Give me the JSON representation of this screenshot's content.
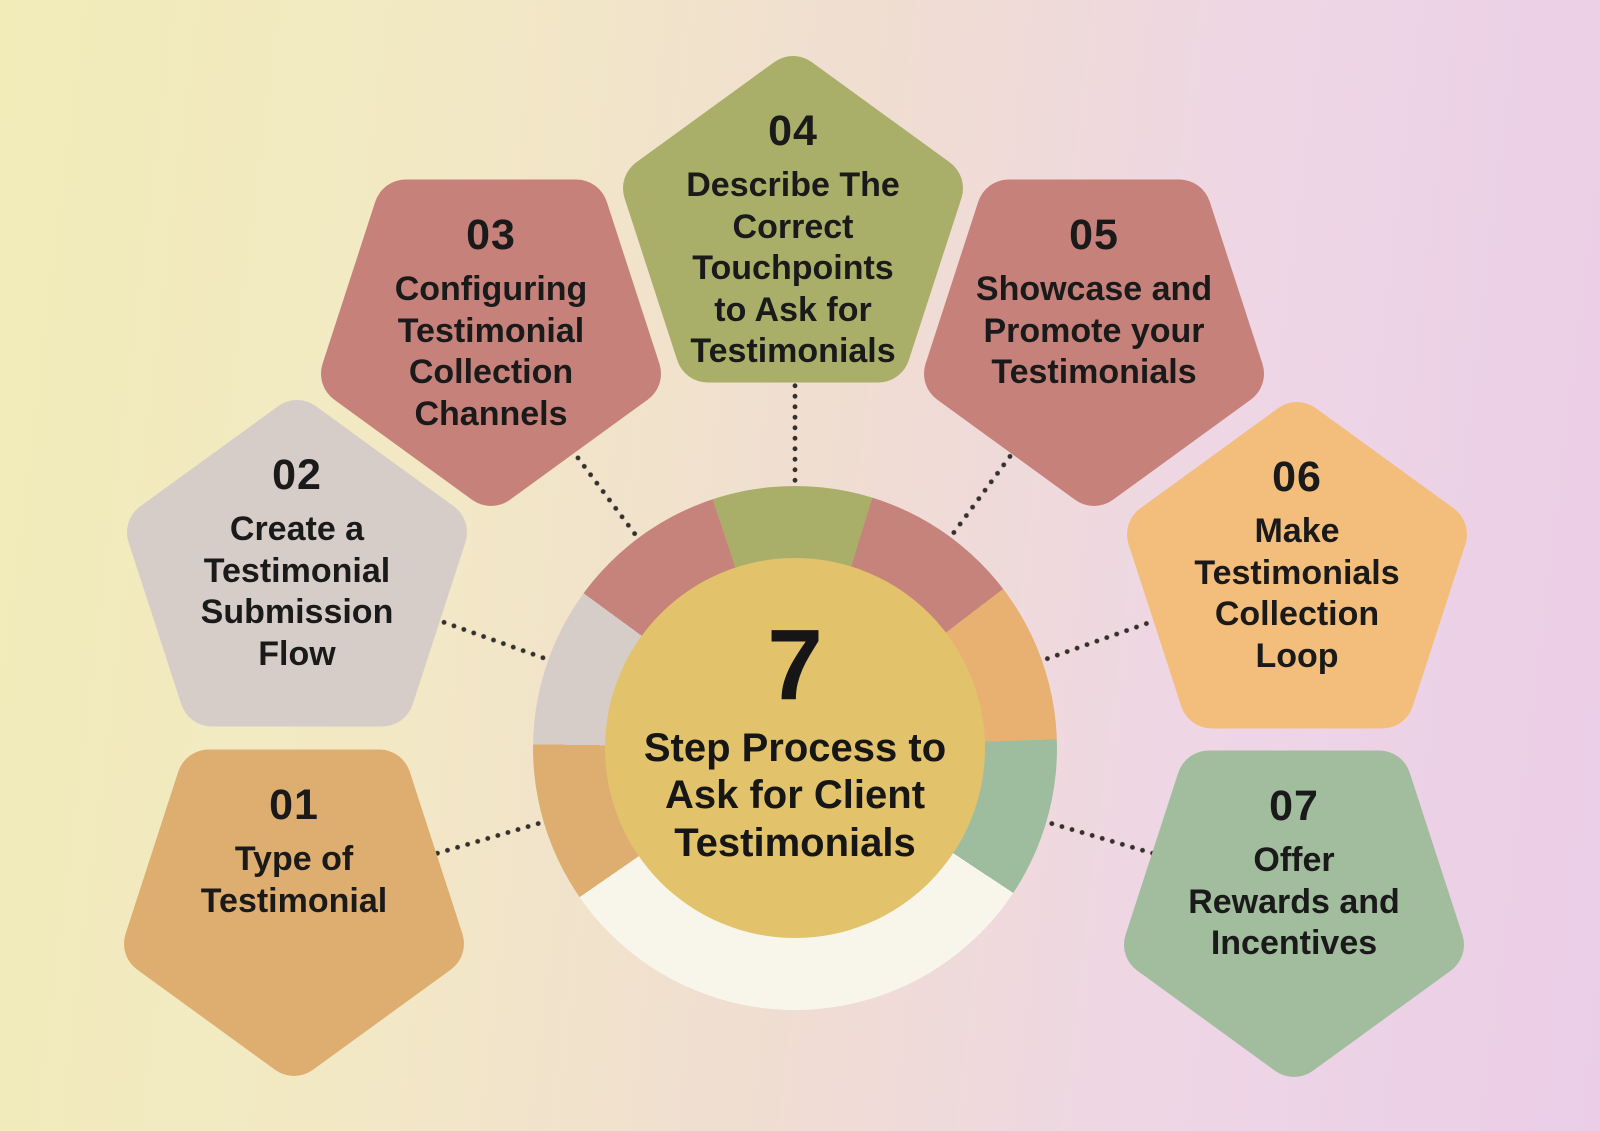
{
  "center": {
    "number": "7",
    "subtitle": "Step Process to\nAsk for Client\nTestimonials",
    "circle_color": "#e2c36b",
    "text_color": "#161616"
  },
  "steps": [
    {
      "number": "01",
      "title": "Type of\nTestimonial",
      "color": "#ddae70",
      "orientation": "down"
    },
    {
      "number": "02",
      "title": "Create a\nTestimonial\nSubmission\nFlow",
      "color": "#d6cdc8",
      "orientation": "up"
    },
    {
      "number": "03",
      "title": "Configuring\nTestimonial\nCollection\nChannels",
      "color": "#c5817a",
      "orientation": "down"
    },
    {
      "number": "04",
      "title": "Describe The\nCorrect\nTouchpoints\nto Ask for\nTestimonials",
      "color": "#a9af68",
      "orientation": "up"
    },
    {
      "number": "05",
      "title": "Showcase and\nPromote your\nTestimonials",
      "color": "#c5817a",
      "orientation": "down"
    },
    {
      "number": "06",
      "title": "Make\nTestimonials\nCollection\nLoop",
      "color": "#f3be7c",
      "orientation": "up"
    },
    {
      "number": "07",
      "title": "Offer\nRewards and\nIncentives",
      "color": "#a2bd9e",
      "orientation": "down"
    }
  ],
  "ring": {
    "segments": [
      {
        "label": "step-01",
        "color": "#ddae70",
        "from": -124.7,
        "to": -89.2
      },
      {
        "label": "step-02",
        "color": "#d6cdc8",
        "from": -89.2,
        "to": -53.8
      },
      {
        "label": "step-03",
        "color": "#c5837c",
        "from": -53.8,
        "to": -18.3
      },
      {
        "label": "step-04",
        "color": "#a9af68",
        "from": -18.3,
        "to": 17.2
      },
      {
        "label": "step-05",
        "color": "#c5837c",
        "from": 17.2,
        "to": 52.6
      },
      {
        "label": "step-06",
        "color": "#e8b071",
        "from": 52.6,
        "to": 88.1
      },
      {
        "label": "step-07",
        "color": "#9ebd9f",
        "from": 88.1,
        "to": 123.6
      },
      {
        "label": "blank",
        "color": "#f8f6eb",
        "from": 123.6,
        "to": 235.3
      }
    ]
  },
  "connector_color": "#35302b"
}
